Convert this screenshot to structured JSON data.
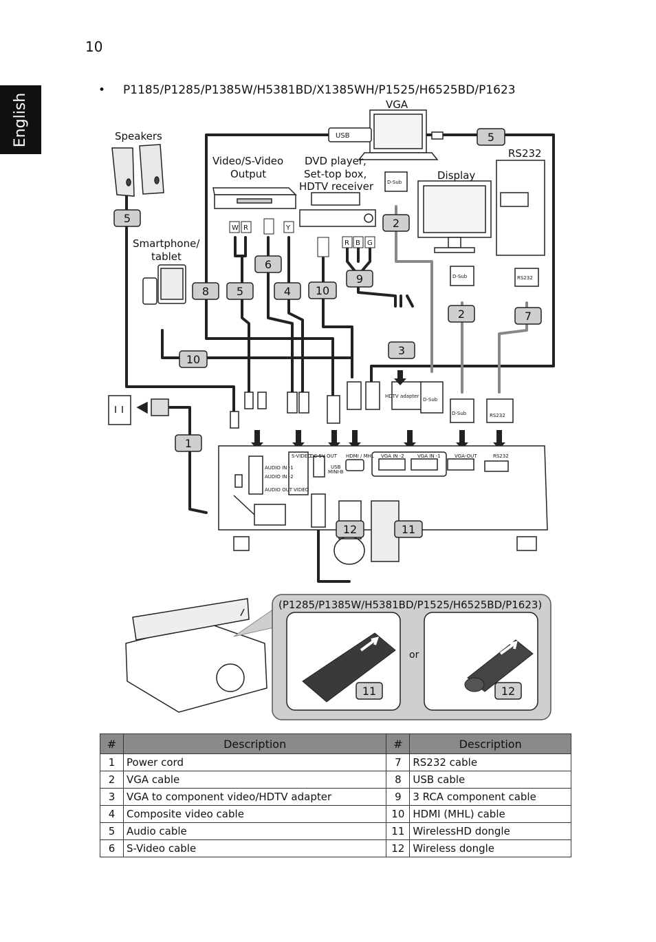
{
  "page_number": "10",
  "side_tab": "English",
  "heading": {
    "bullet": "•",
    "models": "P1185/P1285/P1385W/H5381BD/X1385WH/P1525/H6525BD/P1623"
  },
  "diagram": {
    "labels": {
      "vga": "VGA",
      "speakers": "Speakers",
      "video_output": "Video/S-Video",
      "video_output_2": "Output",
      "dvd": "DVD player,",
      "dvd_2": "Set-top box,",
      "dvd_3": "HDTV receiver",
      "display": "Display",
      "rs232": "RS232",
      "smartphone": "Smartphone/",
      "smartphone_2": "tablet",
      "usb": "USB",
      "dsub": "D-Sub",
      "hdtv_adapter": "HDTV adapter",
      "rs232_small": "RS232",
      "jack_w": "W",
      "jack_r": "R",
      "jack_y": "Y",
      "jack_rr": "R",
      "jack_b": "B",
      "jack_g": "G"
    },
    "ports": {
      "audio_in_1": "AUDIO IN -1",
      "audio_in_2": "AUDIO IN -2",
      "audio_out": "AUDIO OUT",
      "svideo": "S-VIDEO",
      "video": "VIDEO",
      "dc_out": "DC 5V OUT",
      "usb_mini": "USB",
      "usb_mini_2": "MINI-B",
      "hdmi": "HDMI / MHL",
      "vga_in_2": "VGA IN -2",
      "vga_in_1": "VGA IN -1",
      "vga_out": "VGA-OUT",
      "rs232": "RS232"
    },
    "callouts": [
      "5",
      "5",
      "2",
      "6",
      "8",
      "5",
      "4",
      "10",
      "9",
      "2",
      "7",
      "3",
      "10",
      "1",
      "12",
      "11"
    ],
    "inset": {
      "models": "(P1285/P1385W/H5381BD/P1525/H6525BD/P1623)",
      "or": "or",
      "left_num": "11",
      "right_num": "12"
    }
  },
  "table": {
    "headers": [
      "#",
      "Description",
      "#",
      "Description"
    ],
    "rows": [
      [
        "1",
        "Power cord",
        "7",
        "RS232 cable"
      ],
      [
        "2",
        "VGA cable",
        "8",
        "USB cable"
      ],
      [
        "3",
        "VGA to component video/HDTV adapter",
        "9",
        "3 RCA component cable"
      ],
      [
        "4",
        "Composite video cable",
        "10",
        "HDMI (MHL) cable"
      ],
      [
        "5",
        "Audio cable",
        "11",
        "WirelessHD dongle"
      ],
      [
        "6",
        "S-Video cable",
        "12",
        "Wireless dongle"
      ]
    ]
  }
}
